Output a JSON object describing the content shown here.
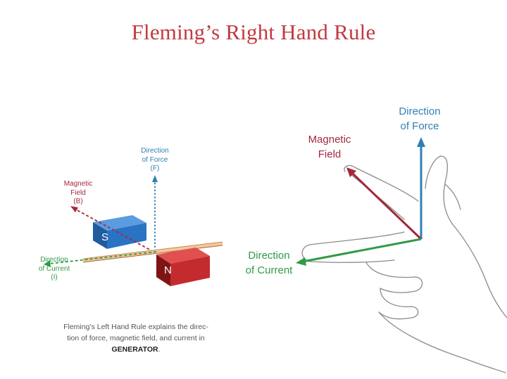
{
  "title": "Fleming’s Right Hand Rule",
  "left_diagram": {
    "force_label": [
      "Direction",
      "of Force",
      "(F)"
    ],
    "field_label": [
      "Magnetic",
      "Field",
      "(B)"
    ],
    "current_label": [
      "Direction",
      "of Current",
      "(I)"
    ],
    "magnet_s": "S",
    "magnet_n": "N",
    "caption_line1": "Fleming’s Left Hand Rule explains the direc-",
    "caption_line2": "tion of force, magnetic field, and current in",
    "caption_bold": "GENERATOR",
    "caption_end": "."
  },
  "right_diagram": {
    "force_label": [
      "Direction",
      "of Force"
    ],
    "field_label": [
      "Magnetic",
      "Field"
    ],
    "current_label": [
      "Direction",
      "of Current"
    ]
  },
  "colors": {
    "title": "#c23a3f",
    "field": "#a3283c",
    "force": "#2f7fb5",
    "current": "#2f9a48",
    "south_pole": "#2a6fb8",
    "north_pole": "#c8252f"
  }
}
